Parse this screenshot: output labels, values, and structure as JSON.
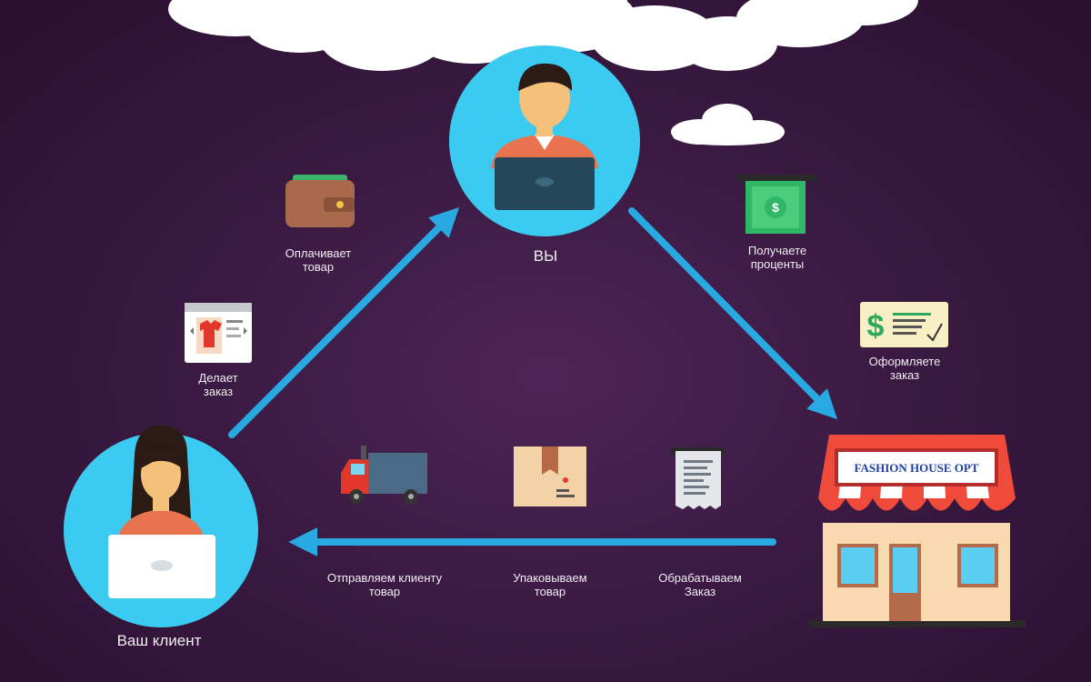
{
  "nodes": {
    "you": {
      "label": "ВЫ"
    },
    "client": {
      "label": "Ваш клиент"
    },
    "shop": {
      "sign": "FASHION HOUSE OPT"
    }
  },
  "steps": {
    "pays": "Оплачивает\nтовар",
    "orders": "Делает\nзаказ",
    "receive_percent": "Получаете\nпроценты",
    "place_order": "Оформляете\nзаказ",
    "send_goods": "Отправляем клиенту\nтовар",
    "pack_goods": "Упаковываем\nтовар",
    "process_order": "Обрабатываем\nЗаказ"
  },
  "colors": {
    "background": "#3a1a42",
    "arrow": "#29a9e1",
    "avatar_circle": "#3ccbf0",
    "cloud": "#ffffff"
  }
}
